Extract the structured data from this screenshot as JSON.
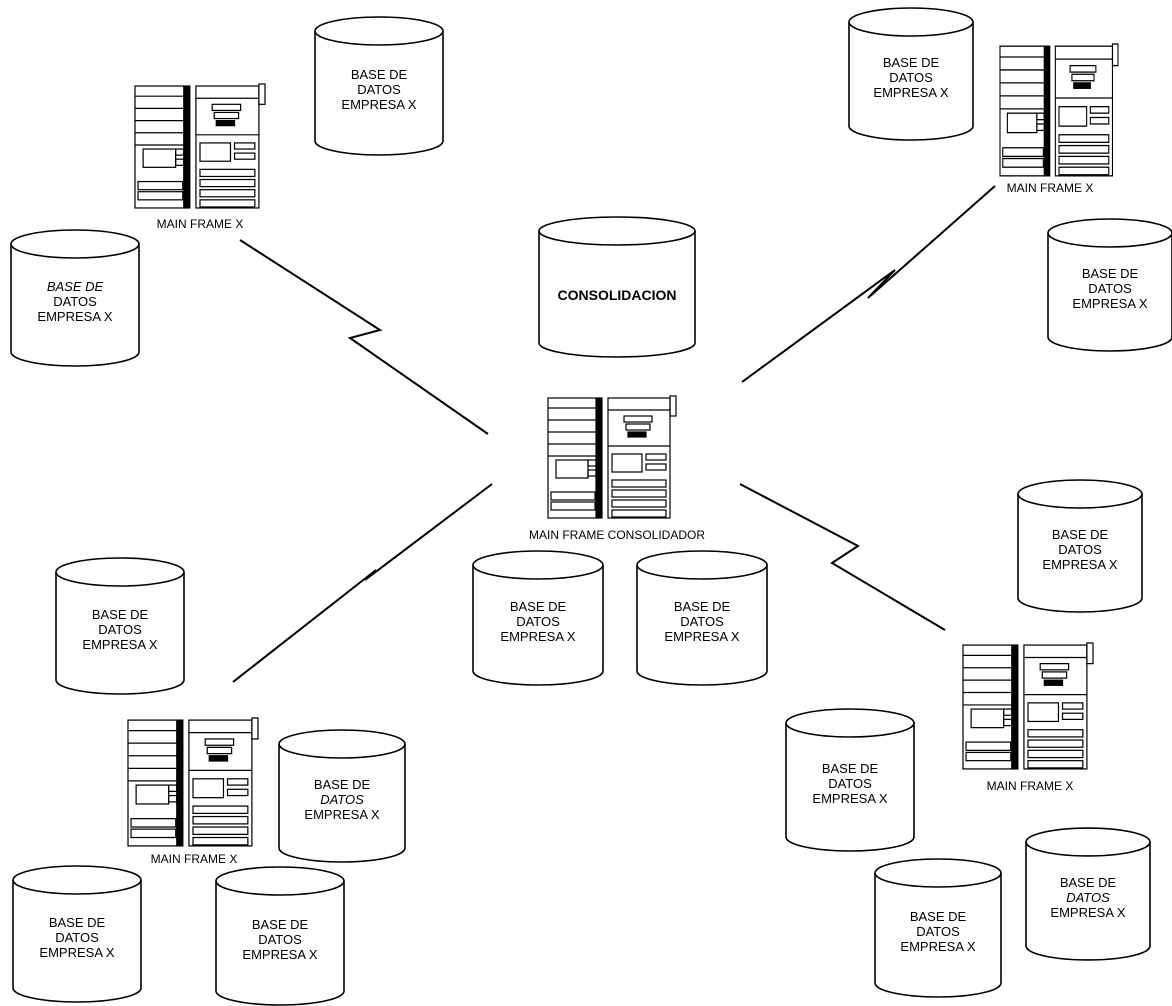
{
  "central_database": {
    "label": "CONSOLIDACION"
  },
  "central_mainframe": {
    "label": "MAIN FRAME CONSOLIDADOR"
  },
  "mainframes": [
    {
      "label": "MAIN FRAME X"
    },
    {
      "label": "MAIN FRAME X"
    },
    {
      "label": "MAIN FRAME X"
    },
    {
      "label": "MAIN FRAME X"
    }
  ],
  "databases": [
    {
      "lines": [
        "BASE DE",
        "DATOS",
        "EMPRESA X"
      ],
      "italic_line": -1
    },
    {
      "lines": [
        "BASE DE",
        "DATOS",
        "EMPRESA X"
      ],
      "italic_line": 0
    },
    {
      "lines": [
        "BASE DE",
        "DATOS",
        "EMPRESA X"
      ],
      "italic_line": -1
    },
    {
      "lines": [
        "BASE DE",
        "DATOS",
        "EMPRESA X"
      ],
      "italic_line": -1
    },
    {
      "lines": [
        "BASE DE",
        "DATOS",
        "EMPRESA X"
      ],
      "italic_line": -1
    },
    {
      "lines": [
        "BASE DE",
        "DATOS",
        "EMPRESA X"
      ],
      "italic_line": -1
    },
    {
      "lines": [
        "BASE DE",
        "DATOS",
        "EMPRESA X"
      ],
      "italic_line": -1
    },
    {
      "lines": [
        "BASE DE",
        "DATOS",
        "EMPRESA X"
      ],
      "italic_line": -1
    },
    {
      "lines": [
        "BASE DE",
        "DATOS",
        "EMPRESA X"
      ],
      "italic_line": 1
    },
    {
      "lines": [
        "BASE DE",
        "DATOS",
        "EMPRESA X"
      ],
      "italic_line": -1
    },
    {
      "lines": [
        "BASE DE",
        "DATOS",
        "EMPRESA X"
      ],
      "italic_line": -1
    },
    {
      "lines": [
        "BASE DE",
        "DATOS",
        "EMPRESA X"
      ],
      "italic_line": -1
    },
    {
      "lines": [
        "BASE DE",
        "DATOS",
        "EMPRESA X"
      ],
      "italic_line": -1
    },
    {
      "lines": [
        "BASE DE",
        "DATOS",
        "EMPRESA X"
      ],
      "italic_line": 1
    }
  ]
}
